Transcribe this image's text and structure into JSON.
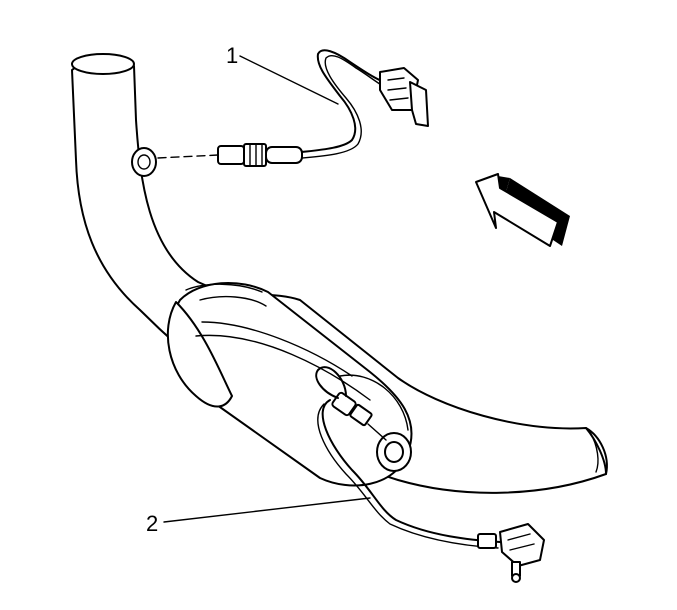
{
  "callouts": [
    {
      "id": "1",
      "label": "1",
      "part": "upstream-oxygen-sensor"
    },
    {
      "id": "2",
      "label": "2",
      "part": "downstream-oxygen-sensor"
    }
  ],
  "direction_arrow": {
    "icon": "front-direction-arrow-icon"
  },
  "colors": {
    "line": "#000000",
    "background": "#ffffff"
  }
}
